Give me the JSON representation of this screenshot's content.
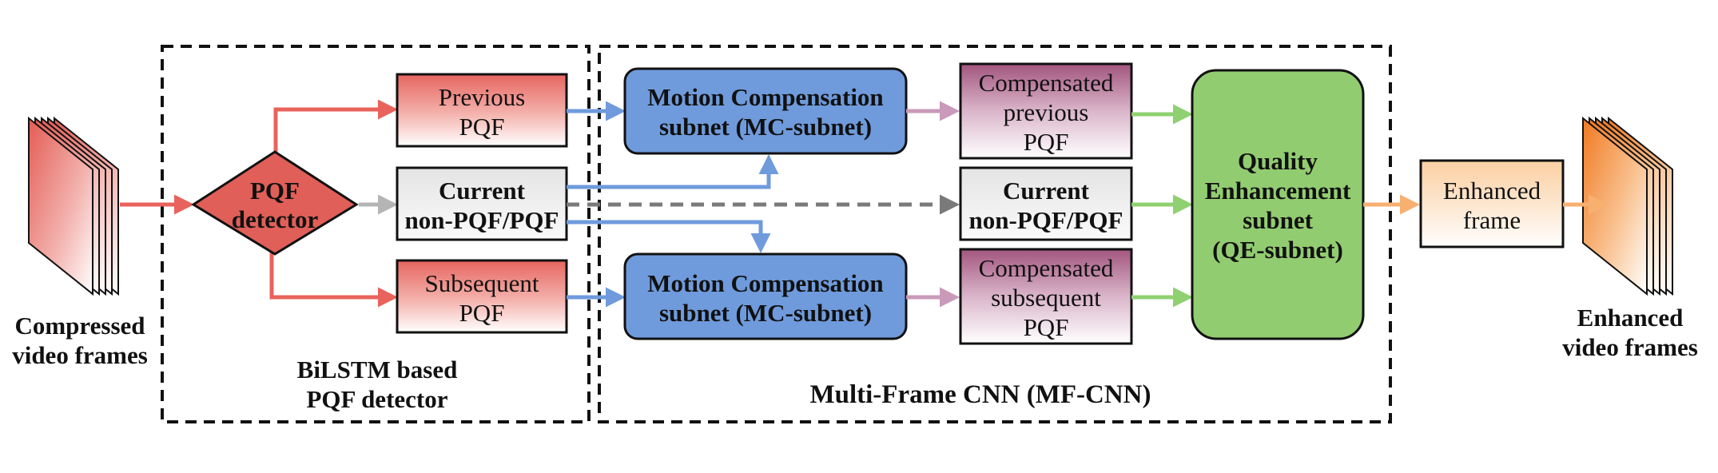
{
  "input_label": [
    "Compressed",
    "video frames"
  ],
  "output_label": [
    "Enhanced",
    "video frames"
  ],
  "detector_section": {
    "title": [
      "BiLSTM based",
      "PQF detector"
    ],
    "detector": [
      "PQF",
      "detector"
    ],
    "previous_pqf": [
      "Previous",
      "PQF"
    ],
    "current_frame": [
      "Current",
      "non-PQF/PQF"
    ],
    "subsequent_pqf": [
      "Subsequent",
      "PQF"
    ]
  },
  "mfcnn_section": {
    "title": "Multi-Frame CNN (MF-CNN)",
    "mc_subnet_top": [
      "Motion Compensation",
      "subnet (MC-subnet)"
    ],
    "mc_subnet_bottom": [
      "Motion Compensation",
      "subnet (MC-subnet)"
    ],
    "compensated_previous": [
      "Compensated",
      "previous",
      "PQF"
    ],
    "current_frame": [
      "Current",
      "non-PQF/PQF"
    ],
    "compensated_subsequent": [
      "Compensated",
      "subsequent",
      "PQF"
    ],
    "qe_subnet": [
      "Quality",
      "Enhancement",
      "subnet",
      "(QE-subnet)"
    ]
  },
  "enhanced_frame": [
    "Enhanced",
    "frame"
  ],
  "colors": {
    "red_arrow": "#e8635c",
    "gray_arrow": "#b5b5b5",
    "blue_arrow": "#6f9bdc",
    "pink_arrow": "#c99ab9",
    "green_arrow": "#8fd070",
    "orange_arrow": "#f8b070",
    "mc_fill": "#6f9bdc",
    "qe_fill": "#92cc70",
    "detector_fill": "#e05f58"
  }
}
